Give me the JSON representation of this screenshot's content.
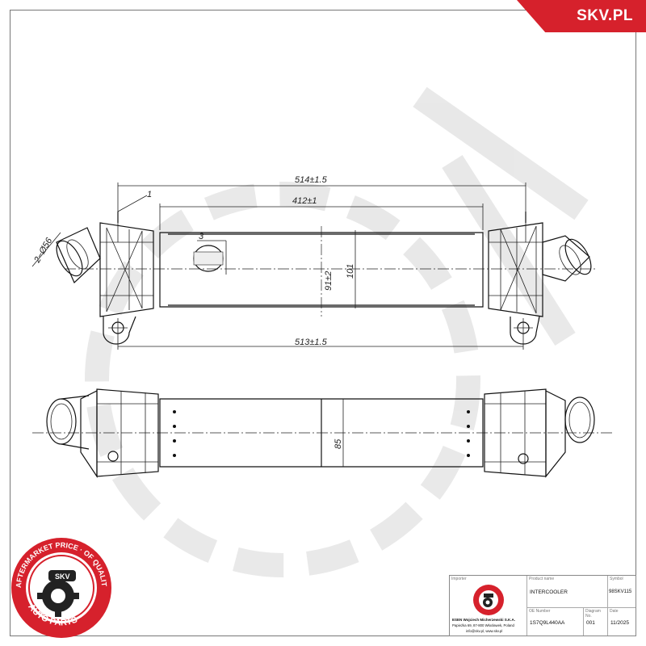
{
  "brand": {
    "site": "SKV.PL",
    "accent_color": "#d6212c"
  },
  "seal": {
    "ring_text": "AFTERMARKET PRICE · OF QUALITY ·",
    "center_text": "SKV",
    "bottom_text": "AUTO PARTS"
  },
  "dimensions": {
    "overall_top": "514±1.5",
    "core_length": "412±1",
    "overall_bottom": "513±1.5",
    "height_core": "91±2",
    "height_total": "101",
    "pipe_diameter": "2−Ø56",
    "callout_1": "1",
    "callout_3": "3",
    "depth": "85"
  },
  "title_block": {
    "importer_label": "Importer",
    "importer_company": "ESEN Wojciech Micherzewski S.K.A.",
    "importer_address": "Papieżka 69, 87-800 Włocławek, Poland",
    "importer_contact": "info@skv.pl, www.skv.pl",
    "product_name_label": "Product name",
    "product_name": "INTERCOOLER",
    "symbol_label": "Symbol",
    "symbol": "98SKV115",
    "oe_label": "OE Number",
    "oe_number": "1S7Q9L440AA",
    "diagram_label": "Diagram No.",
    "diagram_no": "001",
    "date_label": "Date",
    "date": "11/2025"
  }
}
